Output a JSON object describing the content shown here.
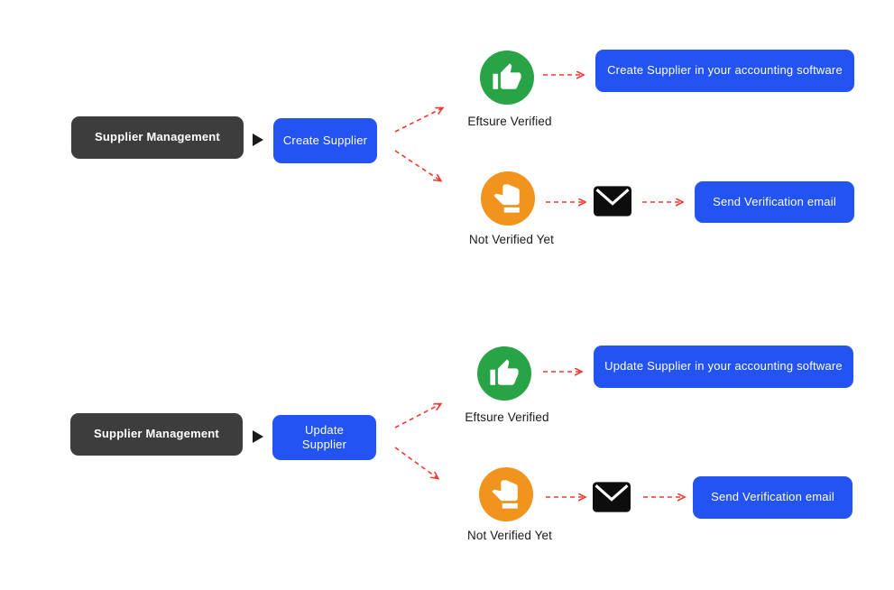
{
  "colors": {
    "source_node": "#3d3d3d",
    "action_node": "#2353f0",
    "verified_icon": "#28a447",
    "not_verified_icon": "#f0941e",
    "arrow": "#ee3a31",
    "envelope": "#0d0d0d"
  },
  "icons": {
    "connector": "play-triangle-icon",
    "verified": "thumb-up-icon",
    "not_verified": "thumb-sideways-icon",
    "email": "envelope-icon"
  },
  "flows": [
    {
      "source": "Supplier Management",
      "action": "Create Supplier",
      "verified": {
        "label": "Eftsure Verified",
        "result": "Create Supplier in your accounting software"
      },
      "not_verified": {
        "label": "Not Verified Yet",
        "result": "Send Verification email"
      }
    },
    {
      "source": "Supplier Management",
      "action": "Update Supplier",
      "verified": {
        "label": "Eftsure Verified",
        "result": "Update Supplier in your accounting software"
      },
      "not_verified": {
        "label": "Not Verified Yet",
        "result": "Send Verification email"
      }
    }
  ]
}
